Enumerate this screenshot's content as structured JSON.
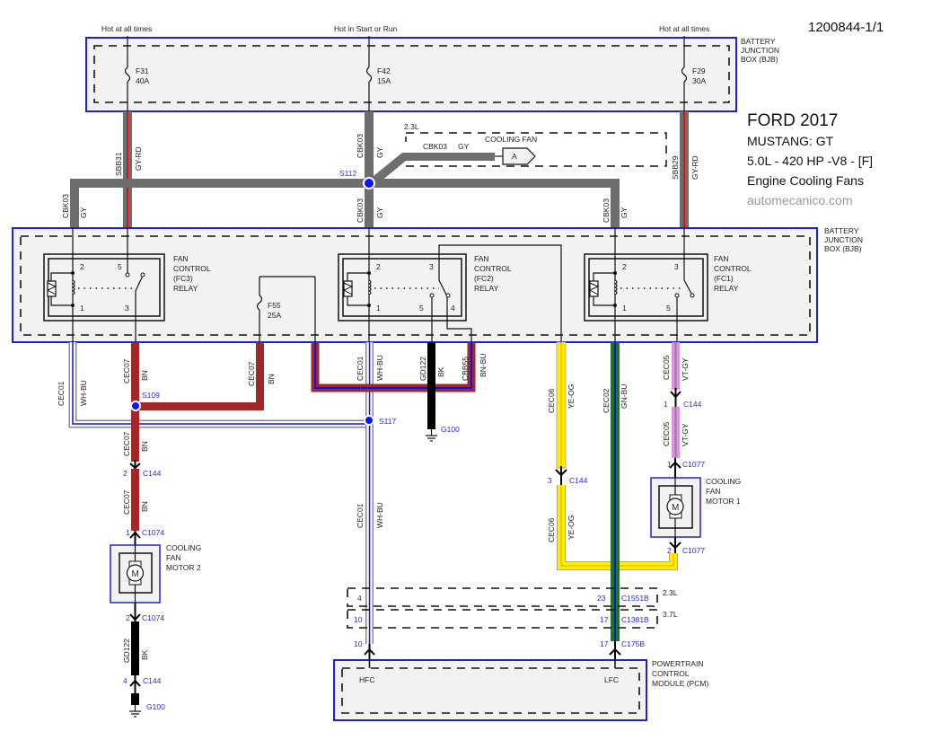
{
  "doc_id": "1200844-1/1",
  "title": {
    "make_year": "FORD 2017",
    "model": "MUSTANG: GT",
    "engine": "5.0L - 420 HP -V8 - [F]",
    "system": "Engine Cooling Fans",
    "watermark": "automecanico.com"
  },
  "colors": {
    "box_border": "#2020d0",
    "box_fill": "#f2f2f2",
    "gy": "#6e6e6e",
    "rd": "#e01010",
    "bn": "#a02828",
    "bu": "#1010e0",
    "ye": "#ffee00",
    "gn": "#1a7a1a",
    "vt": "#e090e0",
    "bk": "#000000",
    "splice": "#0a14ff"
  },
  "top_box": {
    "label": "BATTERY JUNCTION BOX (BJB)",
    "feeds": [
      {
        "caption": "Hot at all times",
        "fuse": "F31",
        "rating": "40A"
      },
      {
        "caption": "Hot in Start or Run",
        "fuse": "F42",
        "rating": "15A"
      },
      {
        "caption": "Hot at all times",
        "fuse": "F29",
        "rating": "30A"
      }
    ]
  },
  "relay_box": {
    "label": "BATTERY JUNCTION BOX (BJB)",
    "relays": [
      {
        "name": "FAN CONTROL (FC3) RELAY",
        "l1": "FAN",
        "l2": "CONTROL",
        "l3": "(FC3)",
        "l4": "RELAY",
        "pins": [
          "2",
          "5",
          "1",
          "3"
        ]
      },
      {
        "name": "FAN CONTROL (FC2) RELAY",
        "l1": "FAN",
        "l2": "CONTROL",
        "l3": "(FC2)",
        "l4": "RELAY",
        "pins": [
          "2",
          "3",
          "1",
          "5",
          "4"
        ]
      },
      {
        "name": "FAN CONTROL (FC1) RELAY",
        "l1": "FAN",
        "l2": "CONTROL",
        "l3": "(FC1)",
        "l4": "RELAY",
        "pins": [
          "2",
          "3",
          "1",
          "5"
        ]
      }
    ],
    "fuse": {
      "id": "F55",
      "rating": "25A"
    }
  },
  "optional_2_3L": {
    "engine": "2.3L",
    "circuit": "CBK03",
    "color": "GY",
    "dest": "COOLING FAN",
    "ref": "A"
  },
  "wires": {
    "sbb31": {
      "circuit": "SBB31",
      "color": "GY-RD"
    },
    "sbb29": {
      "circuit": "SBB29",
      "color": "GY-RD"
    },
    "cbk03": {
      "circuit": "CBK03",
      "color": "GY"
    },
    "cec01": {
      "circuit": "CEC01",
      "color": "WH-BU"
    },
    "cec07": {
      "circuit": "CEC07",
      "color": "BN"
    },
    "gd122": {
      "circuit": "GD122",
      "color": "BK"
    },
    "cbb55": {
      "circuit": "CBB55",
      "color": "BN-BU"
    },
    "cec06": {
      "circuit": "CEC06",
      "color": "YE-OG"
    },
    "cec02": {
      "circuit": "CEC02",
      "color": "GN-BU"
    },
    "cec05": {
      "circuit": "CEC05",
      "color": "VT-GY"
    }
  },
  "splices": {
    "s112": "S112",
    "s109": "S109",
    "s117": "S117"
  },
  "grounds": {
    "g100_top": "G100",
    "g100_bottom": "G100"
  },
  "connectors": {
    "m2_c144_pin": "2",
    "m2_c144": "C144",
    "m2_c1074a_pin": "1",
    "m2_c1074a": "C1074",
    "m2_c1074b_pin": "2",
    "m2_c1074b": "C1074",
    "m2_gnd_c144_pin": "4",
    "m2_gnd_c144": "C144",
    "ye_c144_pin": "3",
    "ye_c144": "C144",
    "vt_c144_pin": "1",
    "vt_c144": "C144",
    "m1_c1077a_pin": "1",
    "m1_c1077a": "C1077",
    "m1_c1077b_pin": "2",
    "m1_c1077b": "C1077",
    "pcm_2_3L": {
      "engine": "2.3L",
      "hfc_pin": "4",
      "lfc_pin": "23",
      "connector": "C1551B"
    },
    "pcm_3_7L": {
      "engine": "3.7L",
      "hfc_pin": "10",
      "lfc_pin": "17",
      "connector": "C1381B"
    },
    "pcm_5_0L": {
      "hfc_pin": "10",
      "lfc_pin": "17",
      "connector": "C175B"
    }
  },
  "motors": {
    "m1": {
      "l1": "COOLING",
      "l2": "FAN",
      "l3": "MOTOR 1",
      "symbol": "M"
    },
    "m2": {
      "l1": "COOLING",
      "l2": "FAN",
      "l3": "MOTOR 2",
      "symbol": "M"
    }
  },
  "pcm": {
    "l1": "POWERTRAIN",
    "l2": "CONTROL",
    "l3": "MODULE (PCM)",
    "hfc": "HFC",
    "lfc": "LFC"
  }
}
